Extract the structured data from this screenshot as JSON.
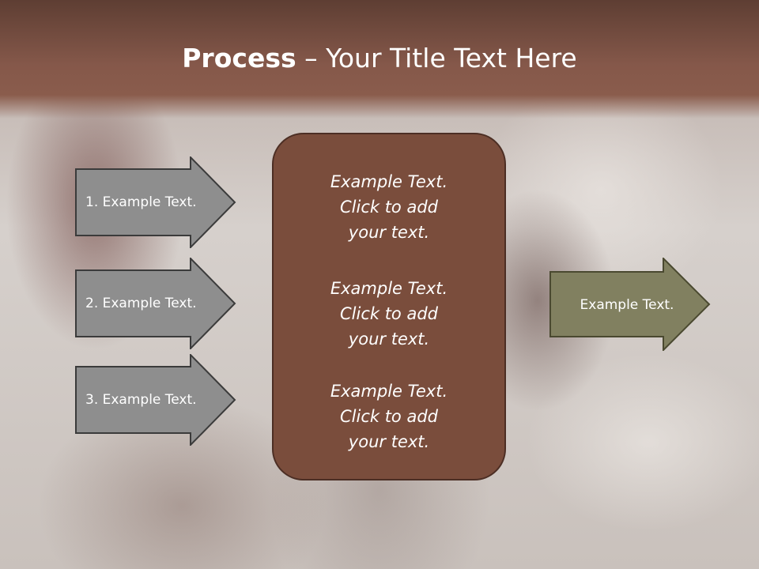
{
  "slide": {
    "title_bold": "Process",
    "title_rest": " – Your Title Text Here"
  },
  "inputs": [
    {
      "label": "1. Example Text."
    },
    {
      "label": "2. Example Text."
    },
    {
      "label": "3. Example Text."
    }
  ],
  "center": {
    "blocks": [
      {
        "text": "Example Text.\nClick  to add\nyour text."
      },
      {
        "text": "Example Text.\nClick  to add\nyour text."
      },
      {
        "text": "Example Text.\nClick  to add\nyour text."
      }
    ]
  },
  "output": {
    "label": "Example Text."
  },
  "colors": {
    "header": "#85584a",
    "input_arrow": "#8e8e8e",
    "center_box": "#7a4d3c",
    "output_arrow": "#818060"
  }
}
